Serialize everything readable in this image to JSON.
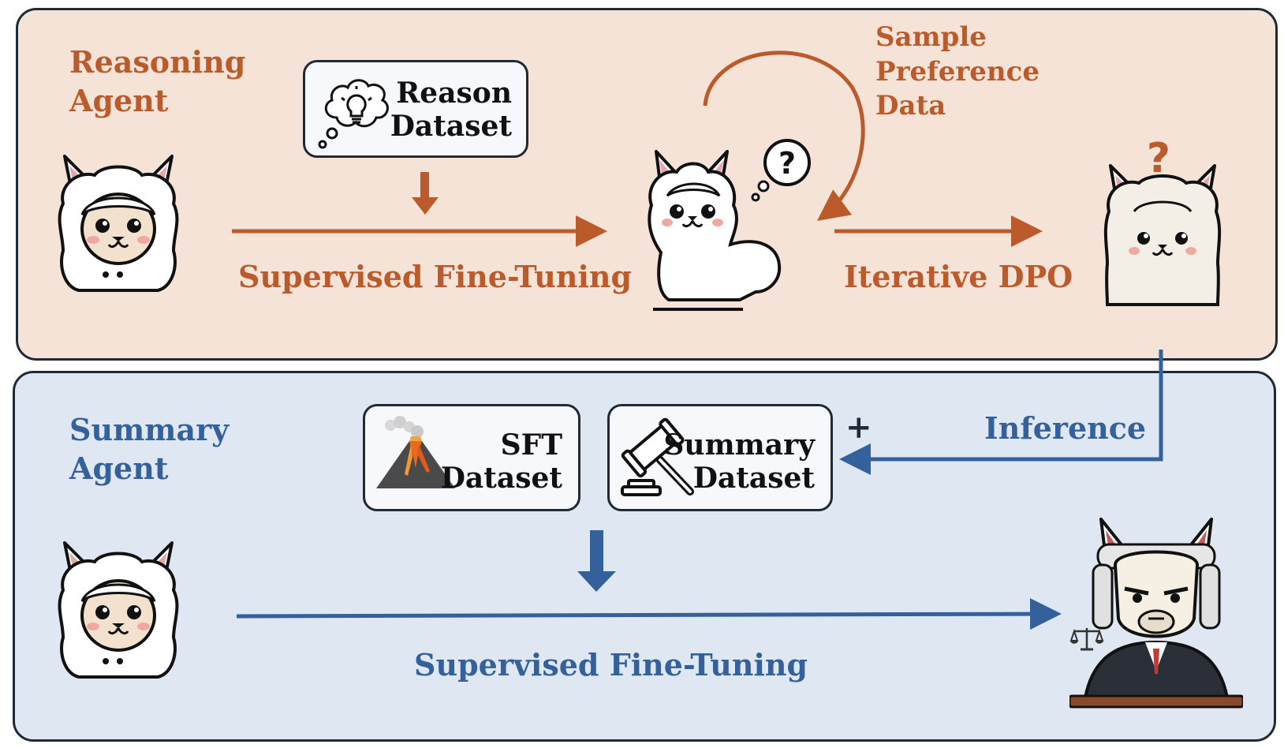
{
  "reasoning": {
    "agent_label": "Reasoning\nAgent",
    "reason_dataset": "Reason\nDataset",
    "sft_label": "Supervised Fine-Tuning",
    "sample_label": "Sample\nPreference\nData",
    "dpo_label": "Iterative DPO"
  },
  "summary": {
    "agent_label": "Summary\nAgent",
    "sft_dataset": "SFT\nDataset",
    "summary_dataset": "Summary\nDataset",
    "plus": "+",
    "inference_label": "Inference",
    "sft_label": "Supervised Fine-Tuning"
  },
  "colors": {
    "orange": "#bb5a2a",
    "blue": "#34619c",
    "top_bg": "#f6e3d8",
    "bottom_bg": "#dfe7f3"
  },
  "icons": [
    "llama-icon",
    "thought-bulb-icon",
    "question-bubble-icon",
    "question-mark-icon",
    "volcano-icon",
    "gavel-icon",
    "judge-llama-icon",
    "scales-icon"
  ]
}
